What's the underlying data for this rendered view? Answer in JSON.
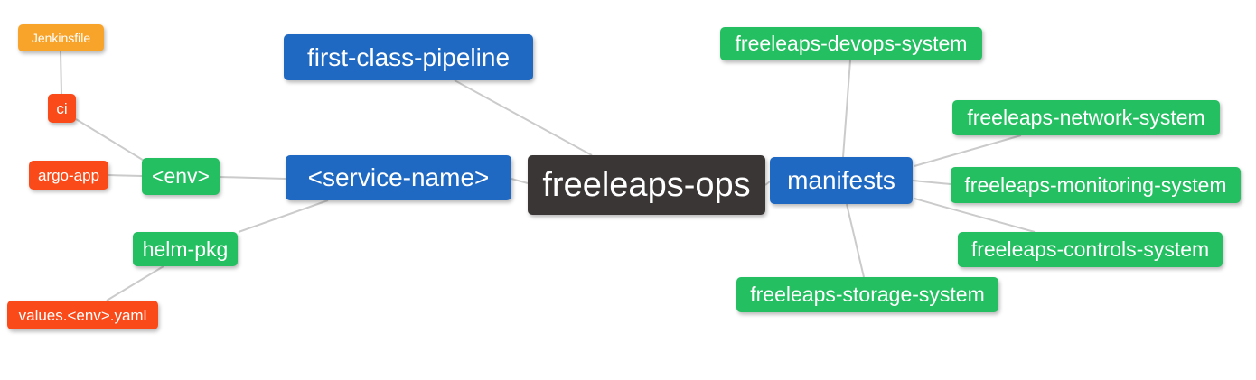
{
  "diagram": {
    "type": "mindmap",
    "root_label": "freeleaps-ops",
    "colors": {
      "root_node": "#3b3636",
      "branch_node": "#1f69c3",
      "leaf_green": "#23bf60",
      "leaf_red": "#fa4a19",
      "leaf_orange": "#f8a42b",
      "edge": "#cbcbcb",
      "text": "#ffffff",
      "background": "#ffffff"
    },
    "nodes": {
      "root": {
        "label": "freeleaps-ops"
      },
      "first_class_pipeline": {
        "label": "first-class-pipeline"
      },
      "service_name": {
        "label": "<service-name>"
      },
      "manifests": {
        "label": "manifests"
      },
      "env": {
        "label": "<env>"
      },
      "helm_pkg": {
        "label": "helm-pkg"
      },
      "ci": {
        "label": "ci"
      },
      "argo_app": {
        "label": "argo-app"
      },
      "jenkinsfile": {
        "label": "Jenkinsfile"
      },
      "values_env_yaml": {
        "label": "values.<env>.yaml"
      },
      "devops_system": {
        "label": "freeleaps-devops-system"
      },
      "network_system": {
        "label": "freeleaps-network-system"
      },
      "monitoring_system": {
        "label": "freeleaps-monitoring-system"
      },
      "controls_system": {
        "label": "freeleaps-controls-system"
      },
      "storage_system": {
        "label": "freeleaps-storage-system"
      }
    },
    "edges": [
      {
        "from": "freeleaps-ops",
        "to": "first-class-pipeline"
      },
      {
        "from": "freeleaps-ops",
        "to": "<service-name>"
      },
      {
        "from": "freeleaps-ops",
        "to": "manifests"
      },
      {
        "from": "<service-name>",
        "to": "<env>"
      },
      {
        "from": "<service-name>",
        "to": "helm-pkg"
      },
      {
        "from": "<env>",
        "to": "ci"
      },
      {
        "from": "<env>",
        "to": "argo-app"
      },
      {
        "from": "ci",
        "to": "Jenkinsfile"
      },
      {
        "from": "helm-pkg",
        "to": "values.<env>.yaml"
      },
      {
        "from": "manifests",
        "to": "freeleaps-devops-system"
      },
      {
        "from": "manifests",
        "to": "freeleaps-network-system"
      },
      {
        "from": "manifests",
        "to": "freeleaps-monitoring-system"
      },
      {
        "from": "manifests",
        "to": "freeleaps-controls-system"
      },
      {
        "from": "manifests",
        "to": "freeleaps-storage-system"
      }
    ]
  }
}
